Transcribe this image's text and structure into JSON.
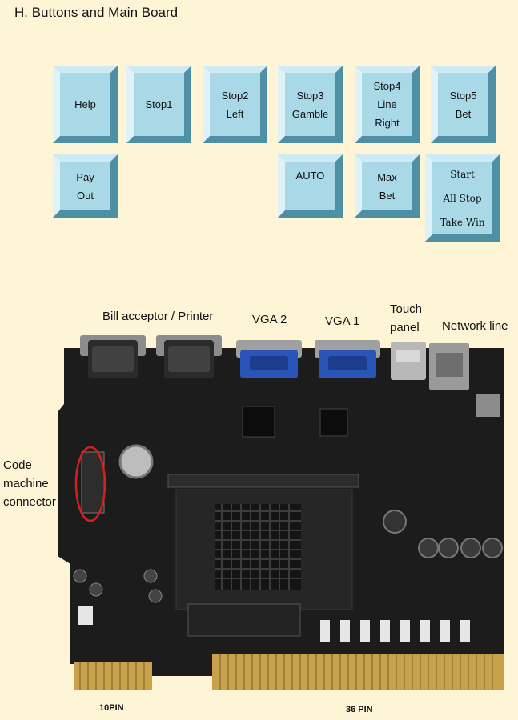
{
  "section_title": "H. Buttons and Main Board",
  "buttons": [
    {
      "id": "help",
      "lines": [
        "Help"
      ]
    },
    {
      "id": "stop1",
      "lines": [
        "Stop1"
      ]
    },
    {
      "id": "stop2",
      "lines": [
        "Stop2",
        "Left"
      ]
    },
    {
      "id": "stop3",
      "lines": [
        "Stop3",
        "Gamble"
      ]
    },
    {
      "id": "stop4",
      "lines": [
        "Stop4",
        "Line",
        "Right"
      ]
    },
    {
      "id": "stop5",
      "lines": [
        "Stop5",
        "Bet"
      ]
    },
    {
      "id": "payout",
      "lines": [
        "Pay",
        "Out"
      ]
    },
    {
      "id": "auto",
      "lines": [
        "AUTO"
      ]
    },
    {
      "id": "maxbet",
      "lines": [
        "Max",
        "Bet"
      ]
    },
    {
      "id": "start",
      "lines": [
        "Start",
        "All Stop",
        "Take Win"
      ]
    }
  ],
  "board_labels": {
    "bill_acceptor": "Bill acceptor / Printer",
    "vga2": "VGA 2",
    "vga1": "VGA 1",
    "touch_panel": [
      "Touch",
      "panel"
    ],
    "network_line": "Network line",
    "code_machine": [
      "Code",
      "machine",
      "connector"
    ],
    "pin10": "10PIN",
    "pin36": "36 PIN"
  },
  "colors": {
    "page_background": "#fdf5d6",
    "button_face": "#a9d8e6",
    "board": "#1c1c1c",
    "gold_fingers": "#c8a24a",
    "vga_blue": "#2a55b8",
    "highlight_circle": "#d42020"
  }
}
